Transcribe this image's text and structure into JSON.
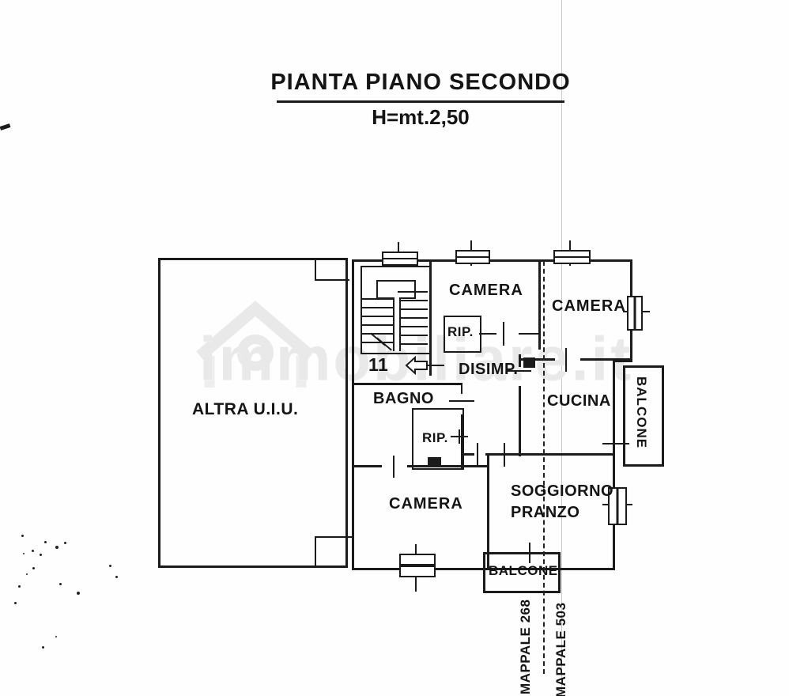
{
  "title": {
    "main": "PIANTA PIANO SECONDO",
    "height": "H=mt.2,50"
  },
  "watermark": {
    "text": "immobiliare.it"
  },
  "rooms": {
    "altra_uiu": "ALTRA U.I.U.",
    "camera_top": "CAMERA",
    "camera_right": "CAMERA",
    "rip_top": "RIP.",
    "disimp": "DISIMP.",
    "bagno": "BAGNO",
    "rip_mid": "RIP.",
    "cucina": "CUCINA",
    "balcone_right": "BALCONE",
    "camera_bottom": "CAMERA",
    "soggiorno_line1": "SOGGIORNO",
    "soggiorno_line2": "PRANZO",
    "balcone_bottom": "BALCONE",
    "stair_number": "11"
  },
  "cadastral": {
    "left": "MAPPALE 268",
    "right": "MAPPALE 503"
  },
  "colors": {
    "ink": "#1b1b1b",
    "paper": "#fefefe",
    "watermark": "#e9e9e9",
    "fold_line": "#c9c9c9"
  }
}
